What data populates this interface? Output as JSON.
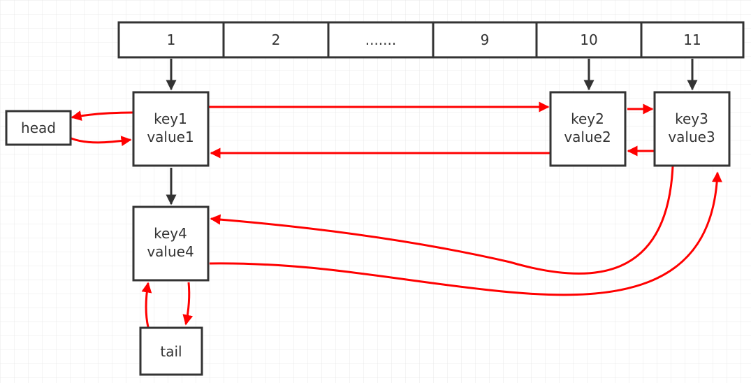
{
  "diagram": {
    "array_cells": [
      {
        "id": "c1",
        "label": "1"
      },
      {
        "id": "c2",
        "label": "2"
      },
      {
        "id": "c3",
        "label": "......."
      },
      {
        "id": "c4",
        "label": "9"
      },
      {
        "id": "c5",
        "label": "10"
      },
      {
        "id": "c6",
        "label": "11"
      }
    ],
    "nodes": [
      {
        "id": "head",
        "lines": [
          "head"
        ]
      },
      {
        "id": "n1",
        "lines": [
          "key1",
          "value1"
        ]
      },
      {
        "id": "n2",
        "lines": [
          "key2",
          "value2"
        ]
      },
      {
        "id": "n3",
        "lines": [
          "key3",
          "value3"
        ]
      },
      {
        "id": "n4",
        "lines": [
          "key4",
          "value4"
        ]
      },
      {
        "id": "tail",
        "lines": [
          "tail"
        ]
      }
    ],
    "edges": [
      {
        "id": "e1",
        "from": "c1",
        "to": "n1",
        "color": "black"
      },
      {
        "id": "e2",
        "from": "c5",
        "to": "n2",
        "color": "black"
      },
      {
        "id": "e3",
        "from": "c6",
        "to": "n3",
        "color": "black"
      },
      {
        "id": "e4",
        "from": "n1",
        "to": "n4",
        "color": "black"
      },
      {
        "id": "e5",
        "from": "n1",
        "to": "head",
        "color": "red"
      },
      {
        "id": "e6",
        "from": "head",
        "to": "n1",
        "color": "red"
      },
      {
        "id": "e7",
        "from": "n1",
        "to": "n2",
        "color": "red"
      },
      {
        "id": "e8",
        "from": "n2",
        "to": "n1",
        "color": "red"
      },
      {
        "id": "e9",
        "from": "n2",
        "to": "n3",
        "color": "red"
      },
      {
        "id": "e10",
        "from": "n3",
        "to": "n2",
        "color": "red"
      },
      {
        "id": "e11",
        "from": "n3",
        "to": "n4",
        "color": "red"
      },
      {
        "id": "e12",
        "from": "n4",
        "to": "n3",
        "color": "red"
      },
      {
        "id": "e13",
        "from": "tail",
        "to": "n4",
        "color": "red"
      },
      {
        "id": "e14",
        "from": "n4",
        "to": "tail",
        "color": "red"
      }
    ],
    "colors": {
      "black": "#333333",
      "red": "#ff0000",
      "grid": "#e6e6e6",
      "box_stroke": "#333333",
      "text": "#333333"
    }
  }
}
